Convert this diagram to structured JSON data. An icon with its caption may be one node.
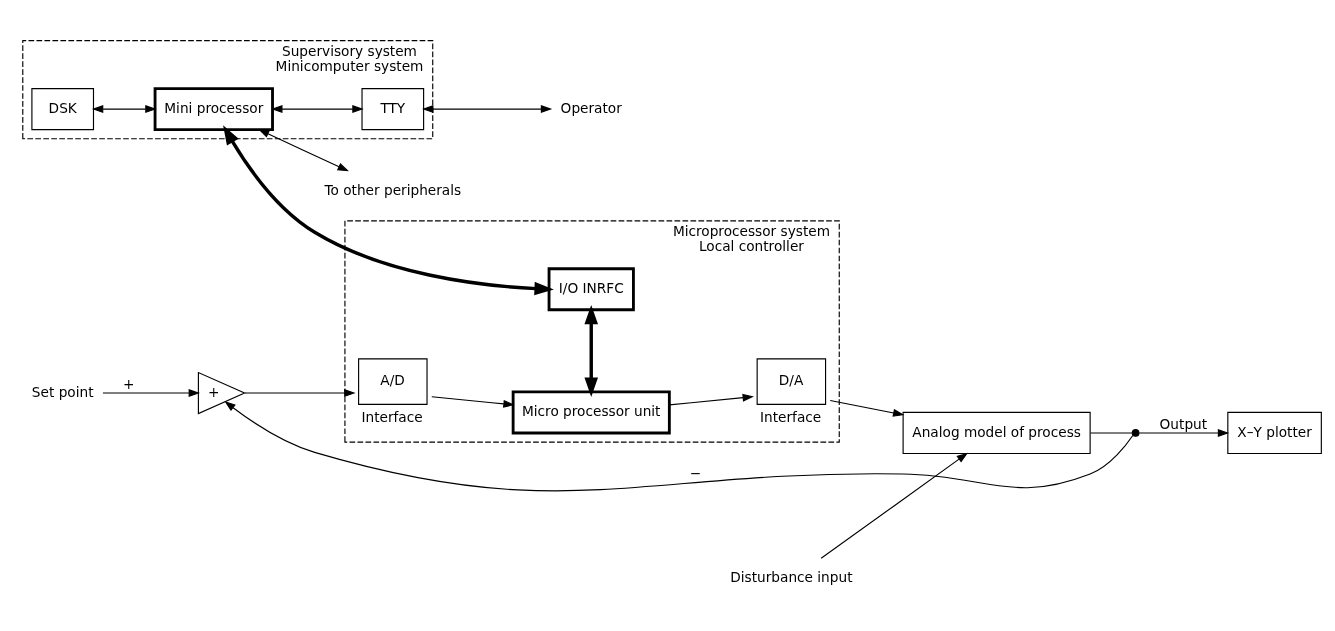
{
  "diagram": {
    "nodes": [
      {
        "text": [
          "Supervisory system",
          "Minicomputer system"
        ]
      },
      {
        "text": [
          "DSK"
        ],
        "in": 0
      },
      {
        "text": [
          "Mini processor"
        ],
        "in": 0
      },
      {
        "text": [
          "TTY"
        ],
        "in": 0
      },
      {
        "text": [
          "Operator"
        ]
      },
      {
        "text": [
          "To other peripherals"
        ]
      },
      {
        "text": [
          "Microprocessor system",
          "Local controller"
        ]
      },
      {
        "text": [
          "I/O INRFC"
        ],
        "in": 6
      },
      {
        "text": [
          "A/D"
        ],
        "in": 6,
        "beside": [
          "Interface"
        ]
      },
      {
        "text": [
          "Micro processor unit"
        ],
        "in": 6
      },
      {
        "text": [
          "D/A"
        ],
        "in": 6,
        "beside": [
          "Interface"
        ]
      },
      {
        "text": [
          "Set point"
        ]
      },
      {
        "text": [
          "+"
        ]
      },
      {
        "text": [
          "Analog model of process"
        ]
      },
      {
        "text": [
          "Disturbance input"
        ]
      },
      {
        "text": [
          "X–Y plotter"
        ]
      },
      {
        "text": [],
        "shape": "circle"
      }
    ],
    "edges": [
      {
        "from": 2,
        "to": 5,
        "arrow": "both"
      },
      {
        "from": 1,
        "to": 2,
        "arrow": "both"
      },
      {
        "from": 2,
        "to": 3,
        "arrow": "both"
      },
      {
        "from": 3,
        "to": 4,
        "arrow": "both"
      },
      {
        "from": 2,
        "to": 7,
        "arrow": "both",
        "style": "thick"
      },
      {
        "from": 7,
        "to": 9,
        "arrow": "both",
        "style": "thick"
      },
      {
        "from": 11,
        "to": 12,
        "arrow": "to",
        "label": "+"
      },
      {
        "from": 12,
        "to": 8,
        "arrow": "to"
      },
      {
        "from": 8,
        "to": 9,
        "arrow": "to"
      },
      {
        "from": 9,
        "to": 10,
        "arrow": "to"
      },
      {
        "from": 10,
        "to": 13,
        "arrow": "to"
      },
      {
        "from": 14,
        "to": 13,
        "arrow": "to"
      },
      {
        "from": 13,
        "to": 16,
        "arrow": "none"
      },
      {
        "from": 16,
        "to": 15,
        "arrow": "to",
        "label": "Output"
      },
      {
        "from": 16,
        "to": 12,
        "arrow": "to",
        "label": "−"
      }
    ]
  }
}
